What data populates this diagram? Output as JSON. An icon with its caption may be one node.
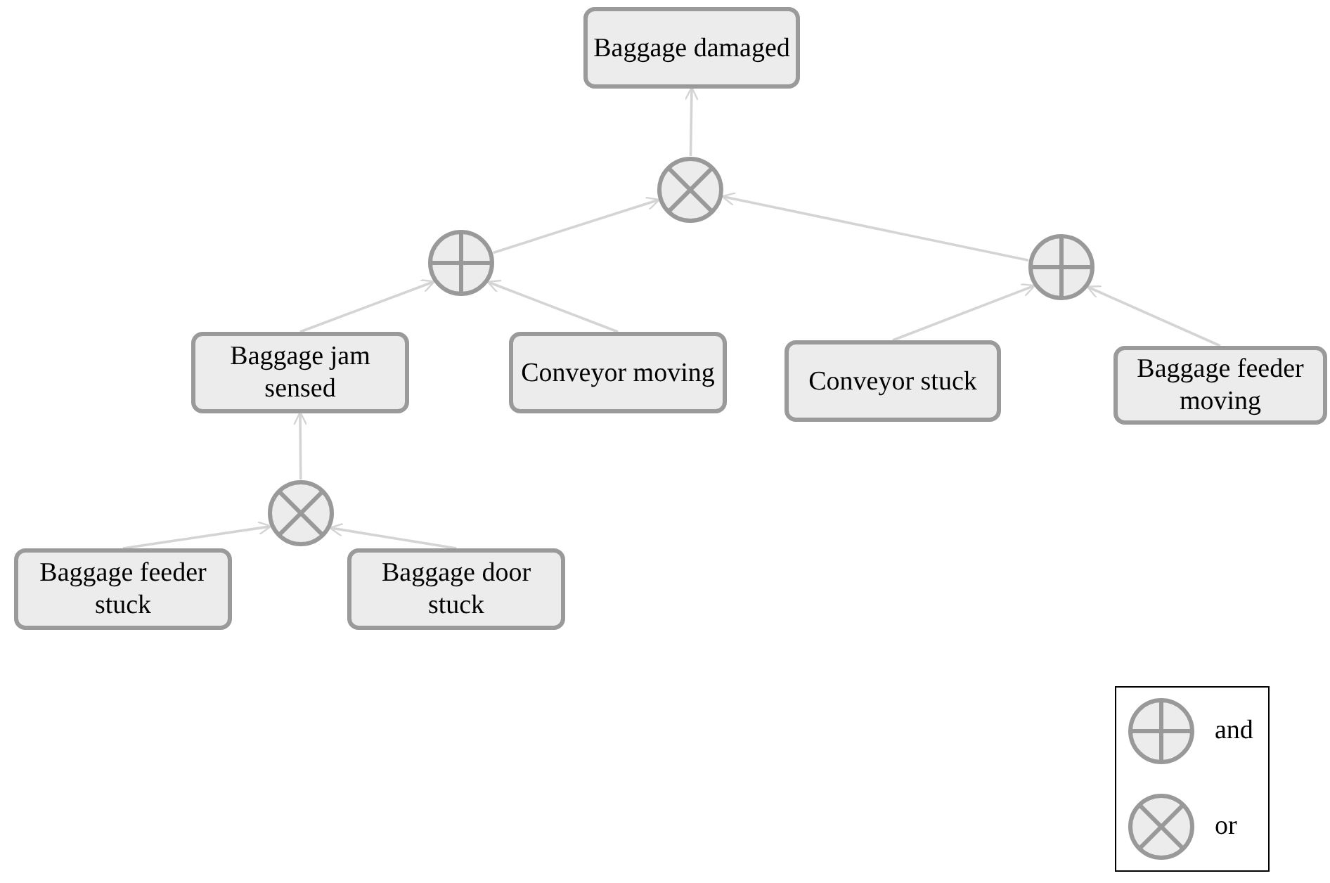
{
  "diagram": {
    "nodes": [
      {
        "text": [
          "Baggage damaged"
        ]
      },
      {
        "text": [],
        "shape": "circle"
      },
      {
        "text": [],
        "shape": "circle"
      },
      {
        "text": [],
        "shape": "circle"
      },
      {
        "text": [
          "Baggage jam sensed"
        ]
      },
      {
        "text": [
          "Conveyor moving"
        ]
      },
      {
        "text": [
          "Conveyor stuck"
        ]
      },
      {
        "text": [
          "Baggage feeder moving"
        ]
      },
      {
        "text": [],
        "shape": "circle"
      },
      {
        "text": [
          "Baggage feeder stuck"
        ]
      },
      {
        "text": [
          "Baggage door stuck"
        ]
      }
    ],
    "edges": [
      {
        "from": 1,
        "to": 0,
        "arrow": "to"
      },
      {
        "from": 2,
        "to": 1,
        "arrow": "to"
      },
      {
        "from": 3,
        "to": 1,
        "arrow": "to"
      },
      {
        "from": 4,
        "to": 2,
        "arrow": "to"
      },
      {
        "from": 5,
        "to": 2,
        "arrow": "to"
      },
      {
        "from": 6,
        "to": 3,
        "arrow": "to"
      },
      {
        "from": 7,
        "to": 3,
        "arrow": "to"
      },
      {
        "from": 8,
        "to": 4,
        "arrow": "to"
      },
      {
        "from": 9,
        "to": 8,
        "arrow": "to"
      },
      {
        "from": 10,
        "to": 8,
        "arrow": "to"
      }
    ],
    "legend": [
      {
        "text": "and"
      },
      {
        "text": "or"
      }
    ]
  }
}
